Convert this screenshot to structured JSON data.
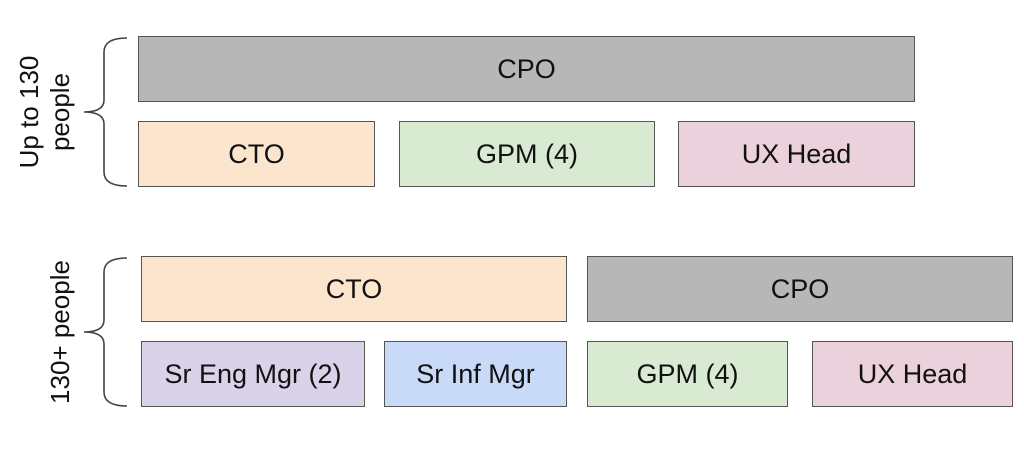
{
  "colors": {
    "cpo": "#b7b7b7",
    "cto": "#fce5cd",
    "gpm": "#d9ead3",
    "ux_head": "#ead1dc",
    "sr_eng_mgr": "#d9d2e9",
    "sr_inf_mgr": "#c9daf8",
    "border": "#555555",
    "brace": "#444444"
  },
  "group_small": {
    "label_line1": "Up to 130",
    "label_line2": "people",
    "top_box": "CPO",
    "boxes": [
      "CTO",
      "GPM (4)",
      "UX Head"
    ]
  },
  "group_large": {
    "label": "130+ people",
    "top_boxes": [
      "CTO",
      "CPO"
    ],
    "boxes": [
      "Sr Eng Mgr (2)",
      "Sr Inf Mgr",
      "GPM (4)",
      "UX Head"
    ]
  }
}
